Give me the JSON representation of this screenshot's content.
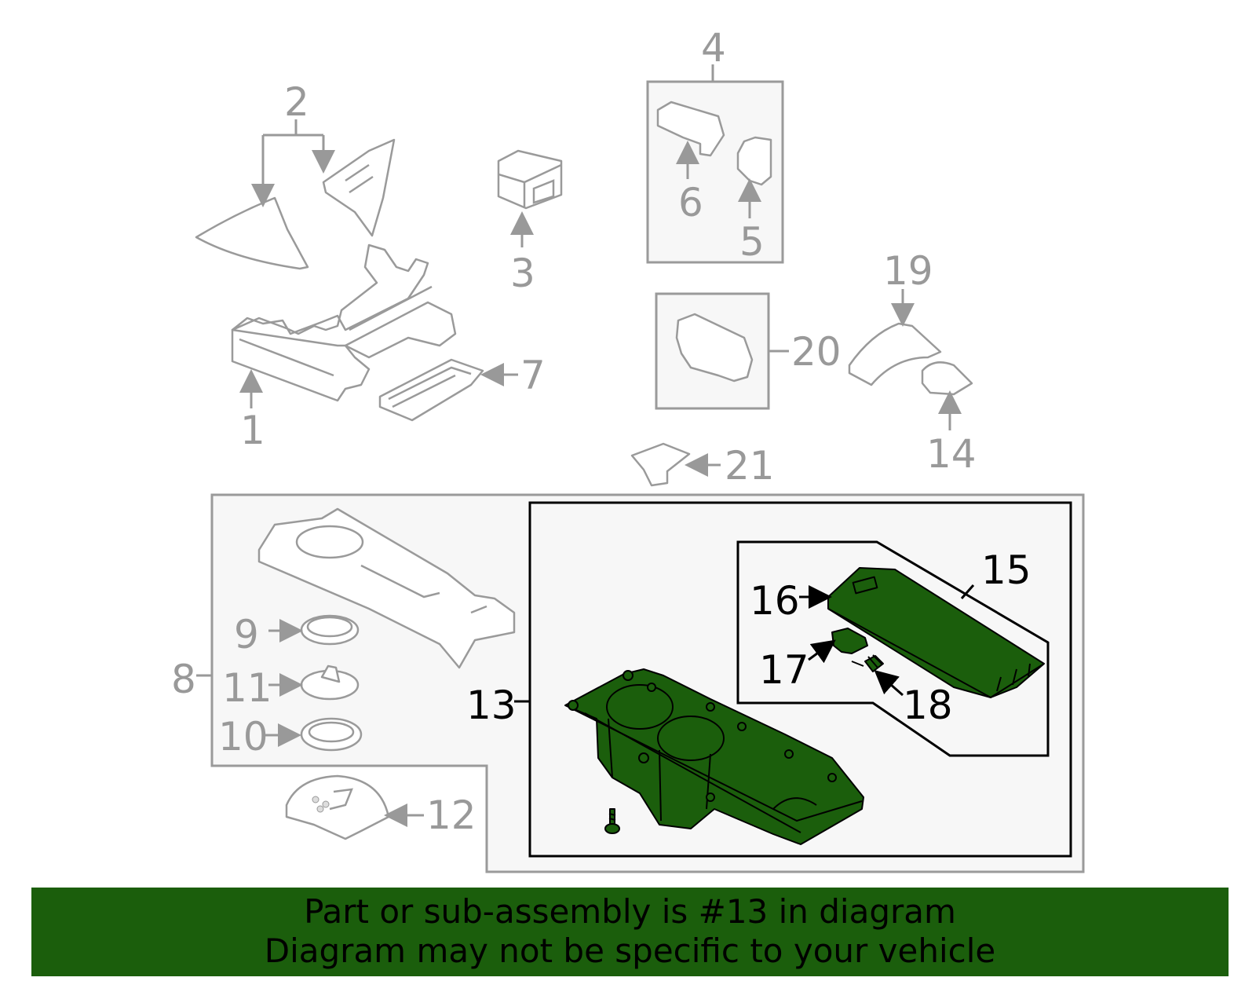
{
  "callouts": {
    "c1": "1",
    "c2": "2",
    "c3": "3",
    "c4": "4",
    "c5": "5",
    "c6": "6",
    "c7": "7",
    "c8": "8",
    "c9": "9",
    "c10": "10",
    "c11": "11",
    "c12": "12",
    "c13": "13",
    "c14": "14",
    "c15": "15",
    "c16": "16",
    "c17": "17",
    "c18": "18",
    "c19": "19",
    "c20": "20",
    "c21": "21"
  },
  "highlighted_part": "13",
  "colors": {
    "highlight": "#1b5e0c",
    "gray": "#9a9a9a",
    "footer_bg": "#1b5e0c"
  },
  "footer": {
    "line1": "Part or sub-assembly is #13 in diagram",
    "line2": "Diagram may not be specific to your vehicle"
  }
}
